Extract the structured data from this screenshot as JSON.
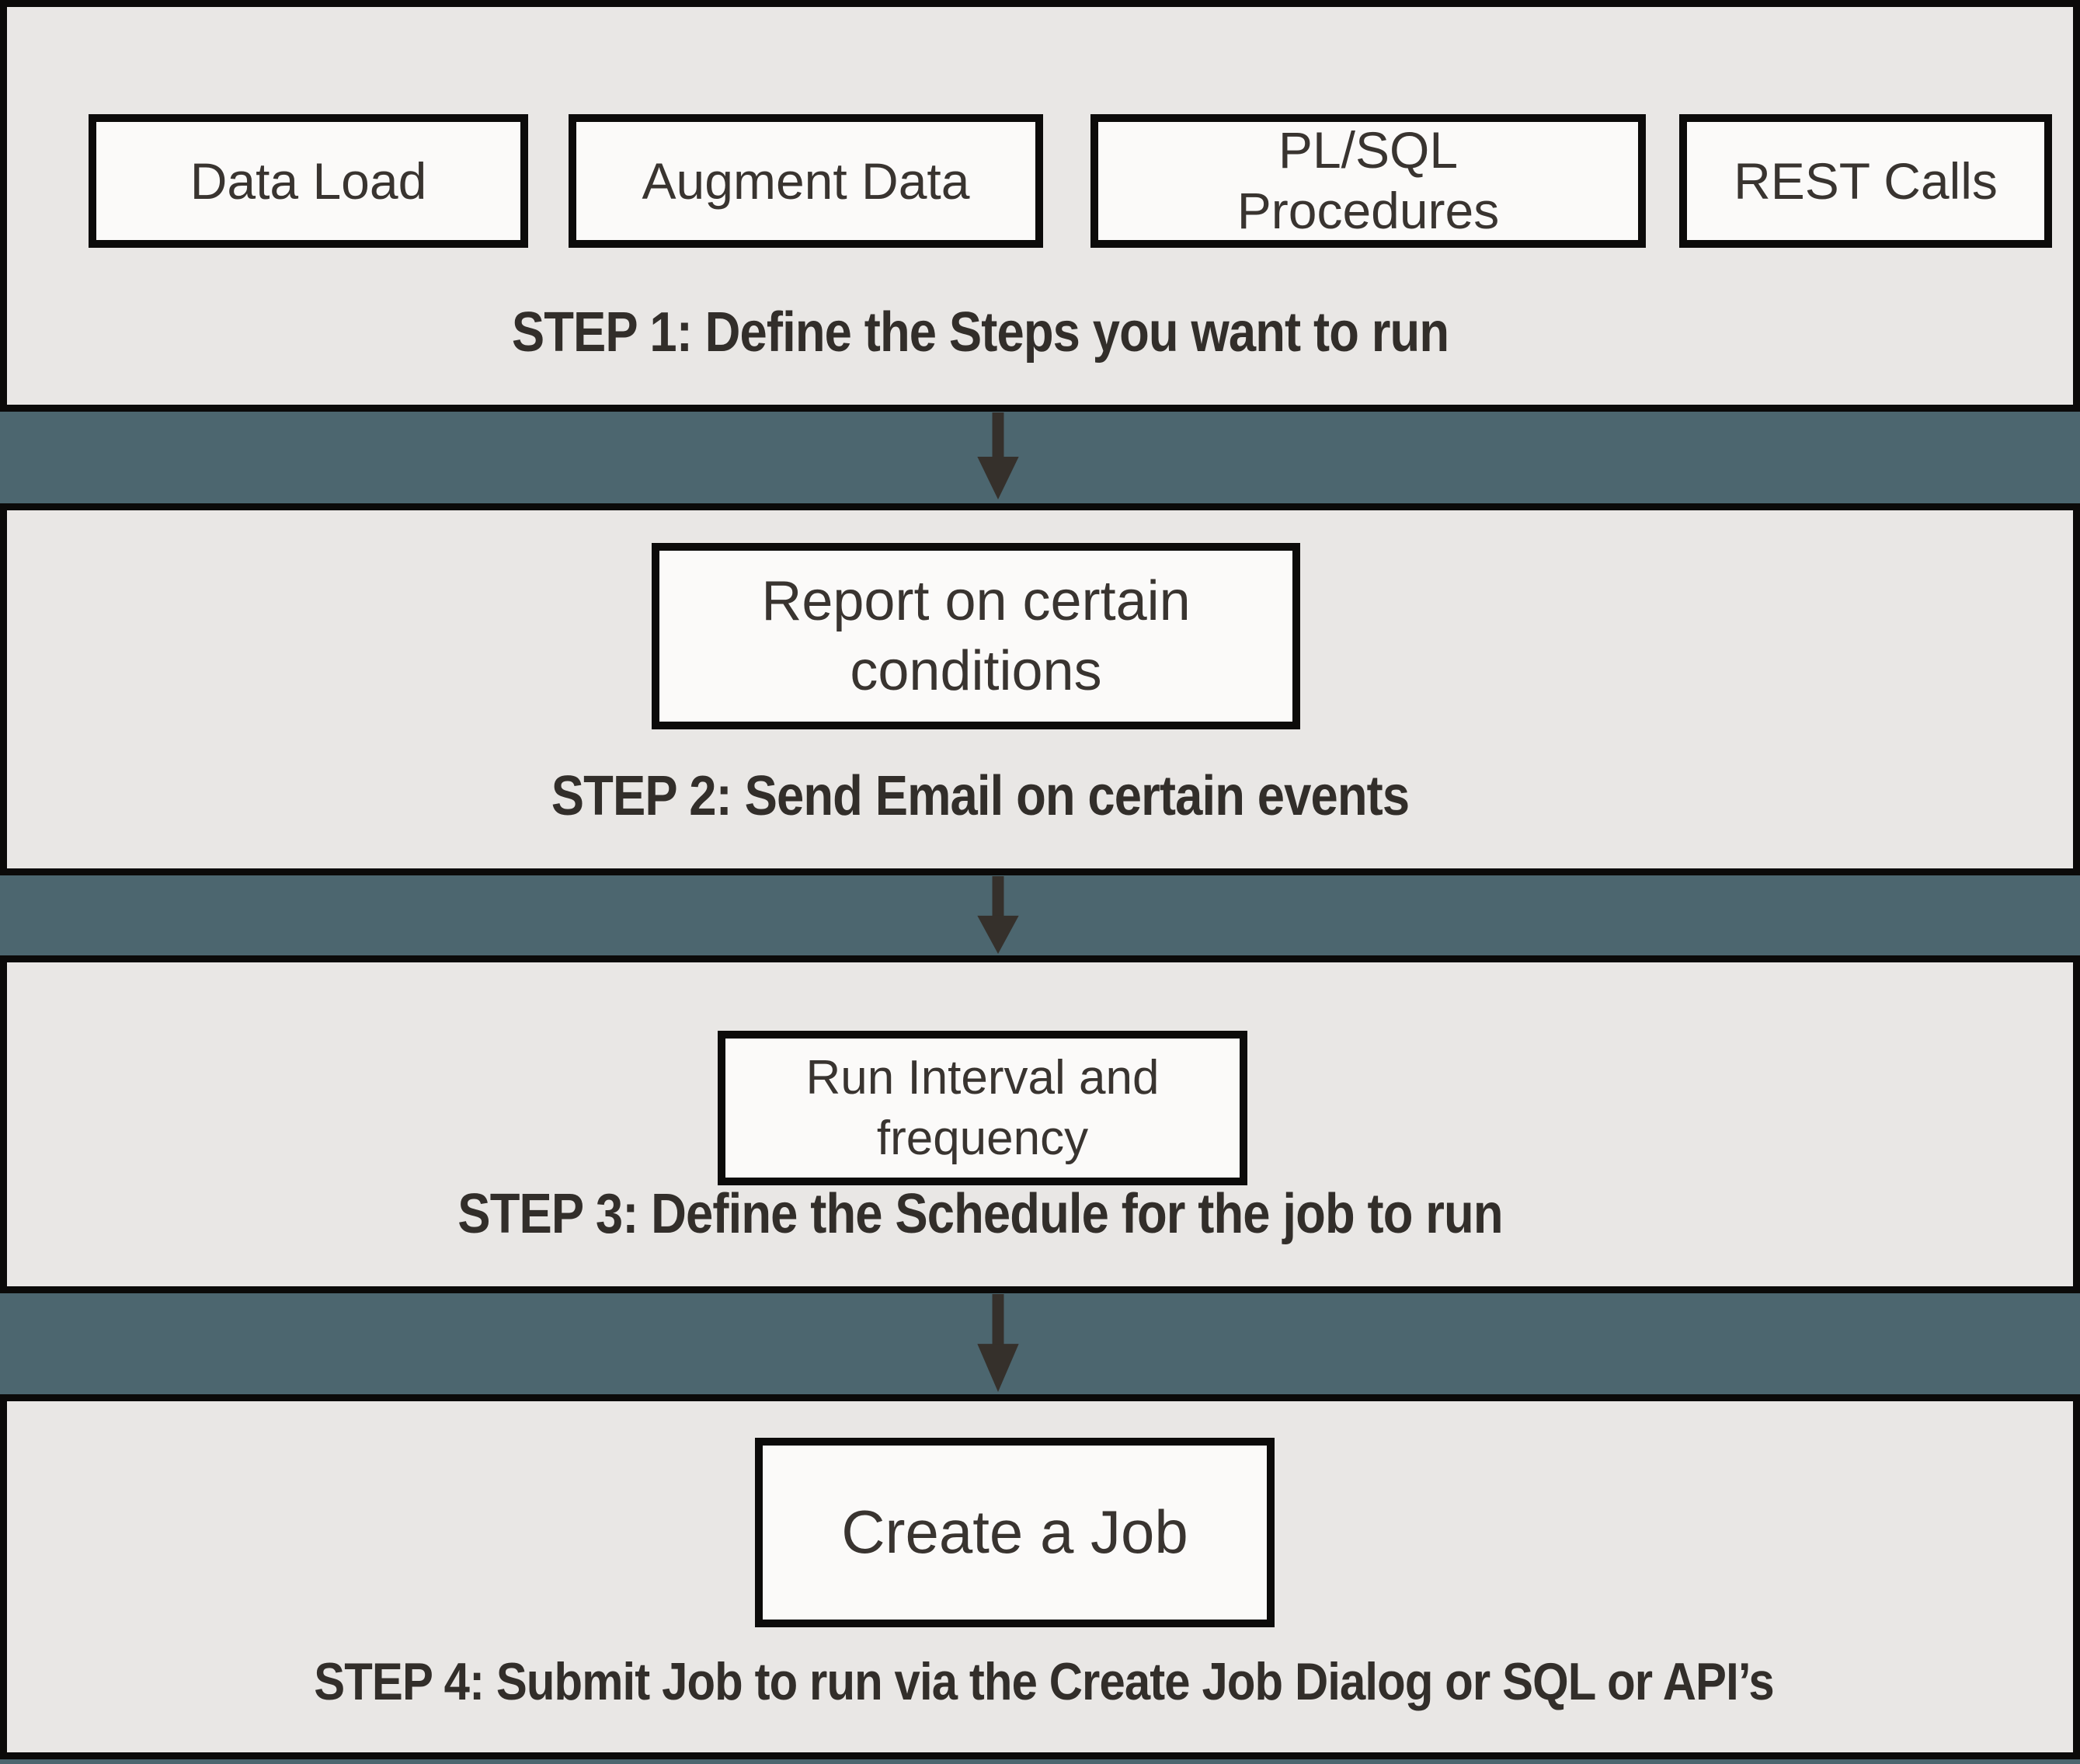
{
  "diagram": {
    "title_implicit": "Job scheduling flow",
    "colors": {
      "background_teal": "#4c666f",
      "panel_gray": "#e9e7e5",
      "node_white": "#fbfaf9",
      "border_black": "#0b0a09",
      "text_dark": "#393430",
      "caption_dark": "#322e2a",
      "arrow_dark": "#35302b"
    },
    "sections": [
      {
        "caption": "STEP 1: Define the Steps you want to run",
        "boxes": [
          {
            "label": "Data Load"
          },
          {
            "label": "Augment Data"
          },
          {
            "label": "PL/SQL\nProcedures"
          },
          {
            "label": "REST Calls"
          }
        ]
      },
      {
        "caption": "STEP 2: Send Email on certain events",
        "boxes": [
          {
            "label": "Report on certain\nconditions"
          }
        ]
      },
      {
        "caption": "STEP 3: Define the Schedule for the job to run",
        "boxes": [
          {
            "label": "Run Interval and\nfrequency"
          }
        ]
      },
      {
        "caption": "STEP 4: Submit Job to run via the Create Job Dialog or  SQL or API’s",
        "boxes": [
          {
            "label": "Create a Job"
          }
        ]
      }
    ],
    "arrows": [
      {
        "name": "arrow-step1-to-step2",
        "direction": "down"
      },
      {
        "name": "arrow-step2-to-step3",
        "direction": "down"
      },
      {
        "name": "arrow-step3-to-step4",
        "direction": "down"
      }
    ]
  }
}
